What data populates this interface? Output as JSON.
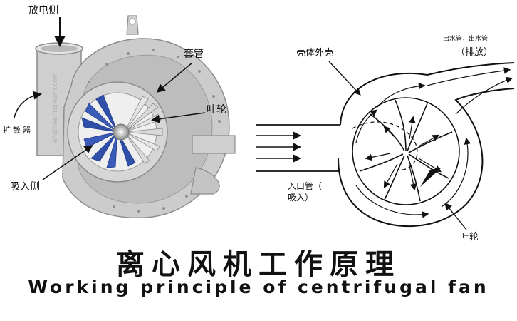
{
  "labels": {
    "discharge_side": "放电侧",
    "sleeve": "套管",
    "impeller_left": "叶轮",
    "diffuser": "扩散器",
    "suction_side": "吸入侧",
    "housing_shell": "壳体外壳",
    "outlet_pipe": "出水管，出水管",
    "discharge": "（排放）",
    "inlet_pipe": "入口管（",
    "suction": "吸入）",
    "impeller_right": "叶轮"
  },
  "watermark": "engineeringlearn.com",
  "title_cn": "离心风机工作原理",
  "title_en": "Working principle of centrifugal fan",
  "colors": {
    "housing": "#c9c9c9",
    "housing_dark": "#9e9e9e",
    "blades": "#2f4fa8",
    "line": "#1a1a1a"
  }
}
